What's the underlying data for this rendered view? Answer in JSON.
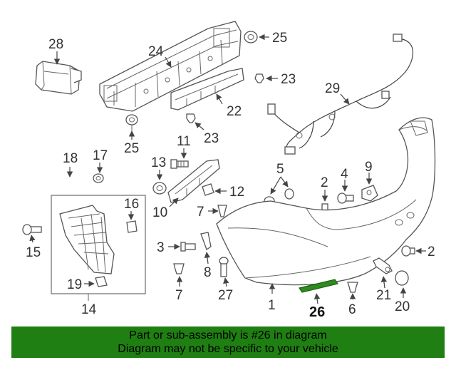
{
  "labels": {
    "p1": "1",
    "p2a": "2",
    "p2b": "2",
    "p3": "3",
    "p4": "4",
    "p5": "5",
    "p6": "6",
    "p7a": "7",
    "p7b": "7",
    "p8": "8",
    "p9": "9",
    "p10": "10",
    "p11": "11",
    "p12": "12",
    "p13": "13",
    "p14": "14",
    "p15": "15",
    "p16": "16",
    "p17": "17",
    "p18": "18",
    "p19": "19",
    "p20": "20",
    "p21": "21",
    "p22": "22",
    "p23a": "23",
    "p23b": "23",
    "p24": "24",
    "p25a": "25",
    "p25b": "25",
    "p26": "26",
    "p27": "27",
    "p28": "28",
    "p29": "29"
  },
  "banner": {
    "line1": "Part or sub-assembly is #26 in diagram",
    "line2": "Diagram may not be specific to your vehicle"
  },
  "colors": {
    "banner": "#1f7f12",
    "highlight": "#2e8b1e"
  }
}
